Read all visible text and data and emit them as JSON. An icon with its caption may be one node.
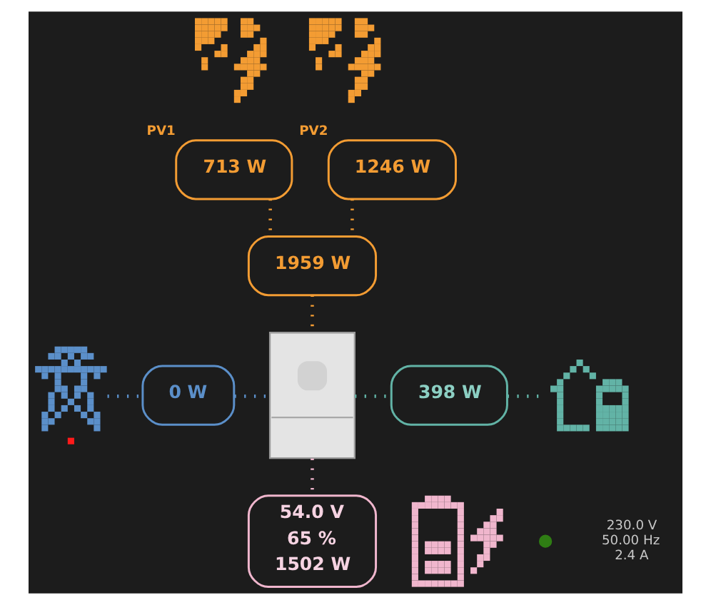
{
  "diagram": {
    "nodes": [
      {
        "text": [],
        "shape": "picture"
      },
      {
        "text": [],
        "shape": "picture"
      },
      {
        "text": [
          "713 W"
        ],
        "beside": [
          "PV1"
        ]
      },
      {
        "text": [
          "1246 W"
        ],
        "beside": [
          "PV2"
        ]
      },
      {
        "text": [
          "1959 W"
        ]
      },
      {
        "text": [],
        "shape": "picture"
      },
      {
        "text": [
          "0 W"
        ]
      },
      {
        "text": [],
        "shape": "picture",
        "beside": [
          "230.0 V",
          "50.00 Hz",
          "2.4 A"
        ]
      },
      {
        "text": [
          "398 W"
        ]
      },
      {
        "text": [],
        "shape": "picture"
      },
      {
        "text": [
          "54.0 V",
          "65 %",
          "1502 W"
        ]
      },
      {
        "text": [],
        "shape": "picture"
      }
    ],
    "edges": [
      {
        "from": 2,
        "to": 4,
        "arrow": "none",
        "style": "dashed",
        "color": "#f39c33"
      },
      {
        "from": 3,
        "to": 4,
        "arrow": "none",
        "style": "dashed",
        "color": "#f39c33"
      },
      {
        "from": 4,
        "to": 7,
        "arrow": "none",
        "style": "dashed",
        "color": "#f39c33"
      },
      {
        "from": 5,
        "to": 6,
        "arrow": "none",
        "style": "dashed",
        "color": "#5b8fc9"
      },
      {
        "from": 6,
        "to": 7,
        "arrow": "none",
        "style": "dashed",
        "color": "#5b8fc9"
      },
      {
        "from": 7,
        "to": 8,
        "arrow": "none",
        "style": "dashed",
        "color": "#62b3a6"
      },
      {
        "from": 8,
        "to": 9,
        "arrow": "none",
        "style": "dashed",
        "color": "#62b3a6"
      },
      {
        "from": 7,
        "to": 10,
        "arrow": "none",
        "style": "dashed",
        "color": "#f0b6cd"
      }
    ]
  }
}
